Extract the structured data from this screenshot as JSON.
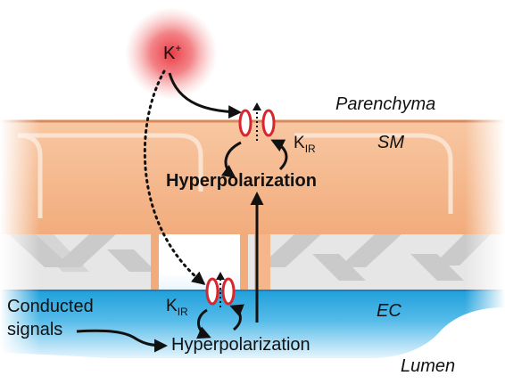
{
  "labels": {
    "ion": "K",
    "ion_charge": "+",
    "parenchyma": "Parenchyma",
    "sm": "SM",
    "ec": "EC",
    "lumen": "Lumen",
    "kir_main": "K",
    "kir_sub": "IR",
    "hyperpolarization_sm": "Hyperpolarization",
    "hyperpolarization_ec": "Hyperpolarization",
    "conducted_line1": "Conducted",
    "conducted_line2": "signals"
  },
  "colors": {
    "potassium_glow": "#e8323c",
    "smooth_muscle": "#f4b68a",
    "smooth_muscle_edge": "#d9895a",
    "endothelium": "#29a9e1",
    "lumen_light": "#d6eefb",
    "channel": "#d7262e",
    "elastic_lamina": "#e6e6e6",
    "lamina_pattern": "#c8c8c8"
  }
}
